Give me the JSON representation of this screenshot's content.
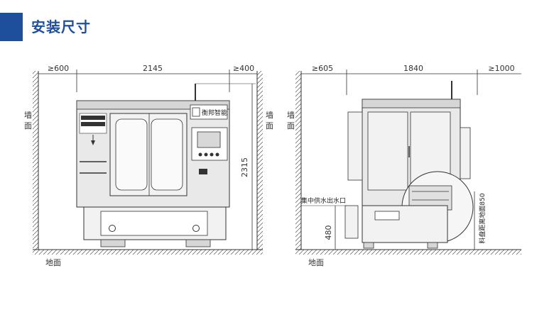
{
  "header": {
    "title": "安装尺寸"
  },
  "colors": {
    "accent": "#1d4f9c",
    "line": "#333333",
    "machine_fill": "#e9e9e9",
    "hatch": "#555555"
  },
  "front_view": {
    "dim_left": "≥600",
    "dim_width": "2145",
    "dim_right": "≥400",
    "dim_height": "2315",
    "wall_left": "墙面",
    "wall_right": "墙面",
    "floor": "地面",
    "logo_text": "衡邦智能"
  },
  "side_view": {
    "dim_left": "≥605",
    "dim_depth": "1840",
    "dim_right": "≥1000",
    "dim_480": "480",
    "wall_left": "墙面",
    "floor": "地面",
    "water_label": "集中供水出水口",
    "feed_label": "料盘距离地面850"
  }
}
